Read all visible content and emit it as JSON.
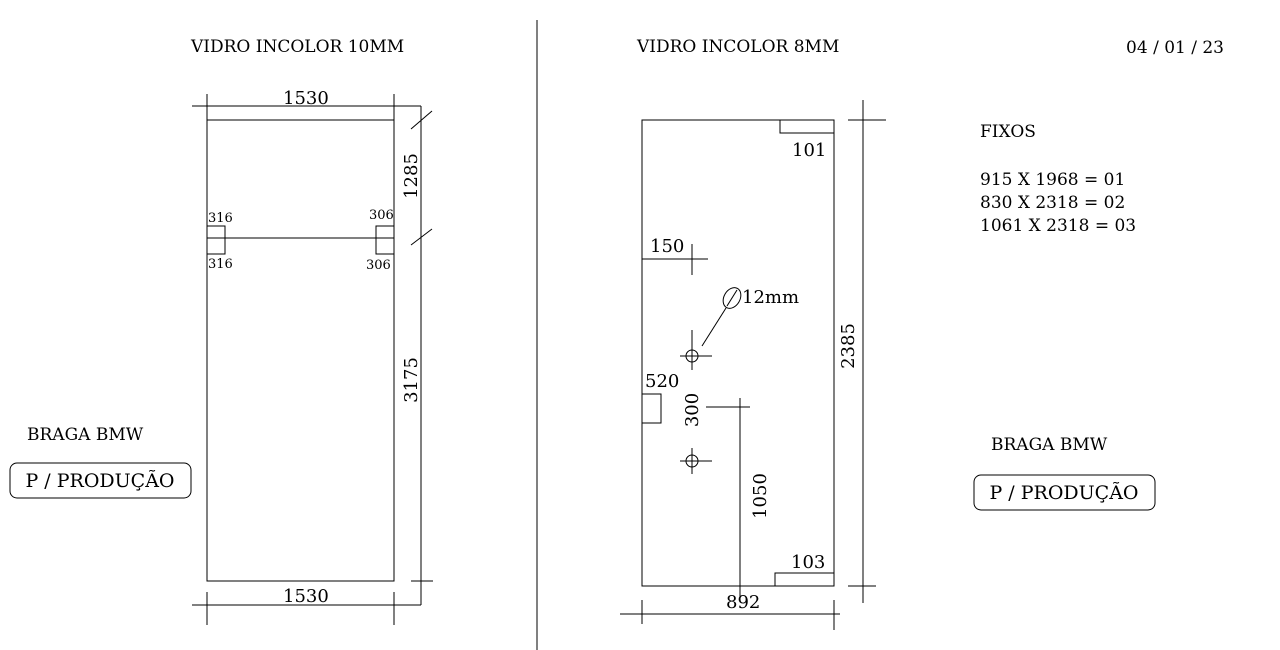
{
  "date": "04 / 01 / 23",
  "left_panel": {
    "title": "VIDRO INCOLOR 10MM",
    "width_top": "1530",
    "width_bottom": "1530",
    "height_upper": "1285",
    "height_lower": "3175",
    "notch_left_top": "316",
    "notch_left_bottom": "316",
    "notch_right_top": "306",
    "notch_right_bottom": "306",
    "client": "BRAGA BMW",
    "status": "P / PRODUÇÃO"
  },
  "right_panel": {
    "title": "VIDRO INCOLOR 8MM",
    "corner_top": "101",
    "corner_bottom": "103",
    "offset_150": "150",
    "hole_label": "12mm",
    "hole_spacing": "300",
    "notch_520": "520",
    "height_1050": "1050",
    "height_total": "2385",
    "width_bottom": "892",
    "client": "BRAGA BMW",
    "status": "P / PRODUÇÃO"
  },
  "fixos": {
    "title": "FIXOS",
    "items": [
      "915 X 1968 = 01",
      "830 X 2318 = 02",
      "1061 X 2318 = 03"
    ]
  }
}
